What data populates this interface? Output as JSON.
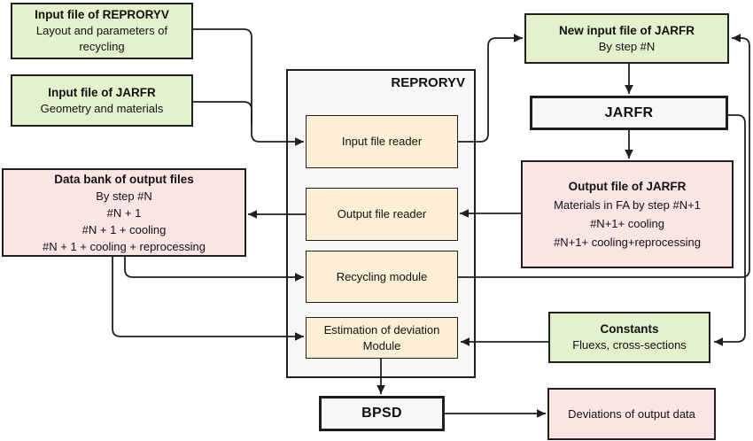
{
  "colors": {
    "input_green": "#e3f2cc",
    "data_pink": "#fbe5e4",
    "submodule_tan": "#fcefd5",
    "program_gray": "#f7f7f7",
    "line_black": "#1f1f1f"
  },
  "nodes": {
    "input_reproryv": {
      "title": "Input file of REPRORYV",
      "line1": "Layout and parameters of",
      "line2": "recycling"
    },
    "input_jarfr": {
      "title": "Input file of JARFR",
      "line1": "Geometry and materials"
    },
    "data_bank": {
      "title": "Data bank of output files",
      "line1": "By step #N",
      "line2": "#N + 1",
      "line3": "#N + 1 + cooling",
      "line4": "#N + 1 + cooling + reprocessing"
    },
    "reproryv": {
      "title": "REPRORYV"
    },
    "input_file_reader": {
      "label": "Input file reader"
    },
    "output_file_reader": {
      "label": "Output file reader"
    },
    "recycling_module": {
      "label": "Recycling module"
    },
    "estimation_module": {
      "line1": "Estimation of deviation",
      "line2": "Module"
    },
    "new_input_jarfr": {
      "title": "New input file of JARFR",
      "line1": "By step #N"
    },
    "jarfr": {
      "title": "JARFR"
    },
    "output_file_jarfr": {
      "title": "Output file of JARFR",
      "line1": "Materials in FA by step #N+1",
      "line2": "#N+1+ cooling",
      "line3": "#N+1+ cooling+reprocessing"
    },
    "constants": {
      "title": "Constants",
      "line1": "Fluexs, cross-sections"
    },
    "bpsd": {
      "title": "BPSD"
    },
    "deviations": {
      "label": "Deviations of output data"
    }
  }
}
